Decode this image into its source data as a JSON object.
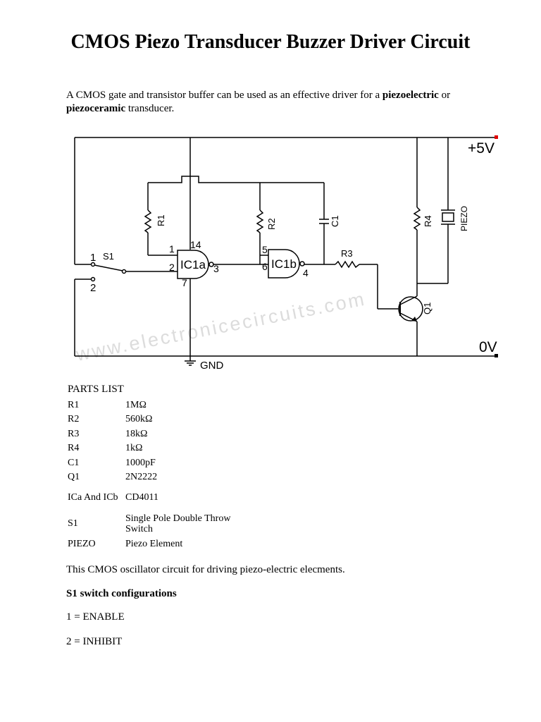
{
  "title": "CMOS Piezo Transducer Buzzer Driver Circuit",
  "intro": {
    "part1": "A CMOS gate and transistor buffer can be used as an effective driver for a ",
    "bold1": "piezoelectric",
    "part2": " or ",
    "bold2": "piezoceramic",
    "part3": " transducer."
  },
  "schematic": {
    "supply_label": "+5V",
    "ground_rail_label": "0V",
    "gnd_label": "GND",
    "watermark": "www.electronicecircuits.com",
    "components": {
      "r1": "R1",
      "r2": "R2",
      "r3": "R3",
      "r4": "R4",
      "c1": "C1",
      "q1": "Q1",
      "s1": "S1",
      "piezo": "PIEZO",
      "ic1a": "IC1a",
      "ic1b": "IC1b"
    },
    "pins": {
      "p1": "1",
      "p2": "2",
      "p3": "3",
      "p4": "4",
      "p5": "5",
      "p6": "6",
      "p7": "7",
      "p14": "14",
      "sw1": "1",
      "sw2": "2"
    }
  },
  "parts_list": {
    "heading": "PARTS LIST",
    "rows": [
      {
        "ref": "R1",
        "value": "1MΩ"
      },
      {
        "ref": "R2",
        "value": "560kΩ"
      },
      {
        "ref": "R3",
        "value": "18kΩ"
      },
      {
        "ref": "R4",
        "value": "1kΩ"
      },
      {
        "ref": "C1",
        "value": "1000pF"
      },
      {
        "ref": "Q1",
        "value": "2N2222"
      },
      {
        "ref": "ICa And ICb",
        "value": "CD4011"
      },
      {
        "ref": "S1",
        "value": "Single Pole Double Throw Switch"
      },
      {
        "ref": "PIEZO",
        "value": "Piezo Element"
      }
    ]
  },
  "description": "This CMOS oscillator circuit for driving piezo-electric elecments.",
  "s1_heading": "S1 switch configurations",
  "config_enable": "1 = ENABLE",
  "config_inhibit": "2 = INHIBIT"
}
